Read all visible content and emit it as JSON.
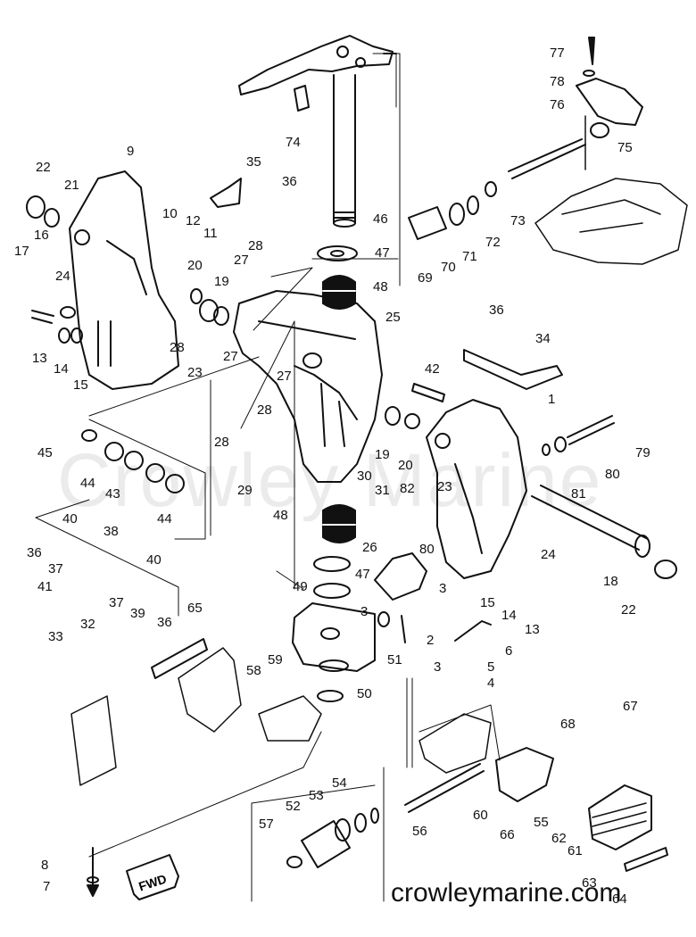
{
  "watermark": "Crowley Marine",
  "site": "crowleymarine.com",
  "fwd_label": "FWD",
  "labels": [
    "1",
    "2",
    "3",
    "3",
    "3",
    "4",
    "5",
    "6",
    "7",
    "8",
    "9",
    "10",
    "11",
    "12",
    "13",
    "13",
    "14",
    "14",
    "15",
    "15",
    "16",
    "17",
    "18",
    "19",
    "19",
    "20",
    "20",
    "21",
    "22",
    "22",
    "23",
    "23",
    "24",
    "24",
    "25",
    "26",
    "27",
    "27",
    "27",
    "28",
    "28",
    "28",
    "28",
    "29",
    "30",
    "31",
    "32",
    "33",
    "34",
    "35",
    "36",
    "36",
    "36",
    "36",
    "37",
    "37",
    "38",
    "39",
    "40",
    "40",
    "41",
    "42",
    "43",
    "44",
    "44",
    "45",
    "46",
    "47",
    "47",
    "48",
    "48",
    "49",
    "50",
    "51",
    "52",
    "53",
    "54",
    "55",
    "56",
    "57",
    "58",
    "59",
    "60",
    "61",
    "62",
    "63",
    "64",
    "65",
    "66",
    "67",
    "68",
    "69",
    "70",
    "71",
    "72",
    "73",
    "74",
    "75",
    "76",
    "77",
    "78",
    "79",
    "80",
    "80",
    "81",
    "82"
  ]
}
